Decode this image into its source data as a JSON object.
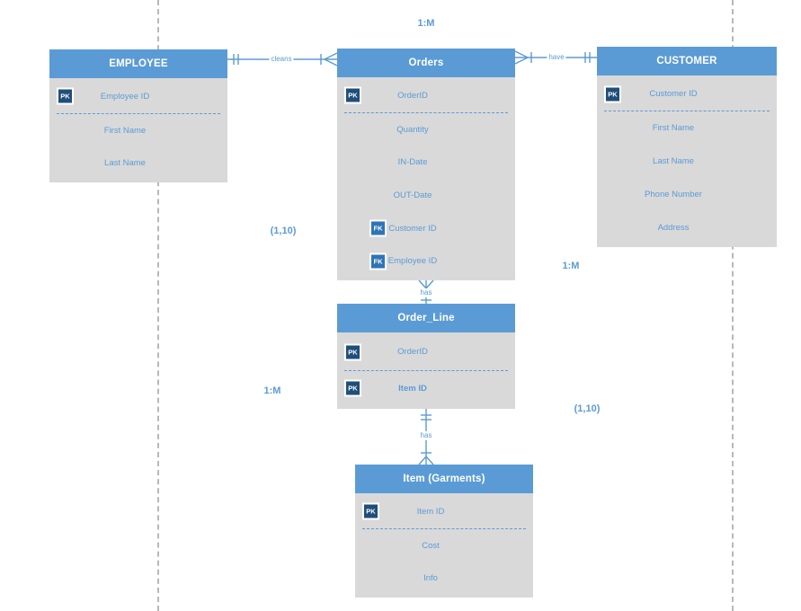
{
  "diagram": {
    "colors": {
      "entity_header_blue": "#5b9bd5",
      "entity_body_gray": "#d9d9d9",
      "pk_badge_navy": "#1f4e79",
      "fk_badge_blue": "#2e75b6",
      "attribute_text_blue": "#5b9bd5",
      "connector_blue": "#5b9bd5",
      "grid_dash_gray": "#b8b8b8"
    },
    "entities": [
      {
        "title": "EMPLOYEE",
        "attributes": [
          {
            "key": "PK",
            "label": "Employee ID",
            "separator_after": true
          },
          {
            "key": "",
            "label": "First Name"
          },
          {
            "key": "",
            "label": "Last Name"
          }
        ]
      },
      {
        "title": "Orders",
        "attributes": [
          {
            "key": "PK",
            "label": "OrderID",
            "separator_after": true
          },
          {
            "key": "",
            "label": "Quantity"
          },
          {
            "key": "",
            "label": "IN-Date"
          },
          {
            "key": "",
            "label": "OUT-Date"
          },
          {
            "key": "FK",
            "label": "Customer ID"
          },
          {
            "key": "FK",
            "label": "Employee ID"
          }
        ]
      },
      {
        "title": "CUSTOMER",
        "attributes": [
          {
            "key": "PK",
            "label": "Customer ID",
            "separator_after": true
          },
          {
            "key": "",
            "label": "First Name"
          },
          {
            "key": "",
            "label": "Last Name"
          },
          {
            "key": "",
            "label": "Phone Number"
          },
          {
            "key": "",
            "label": "Address"
          }
        ]
      },
      {
        "title": "Order_Line",
        "attributes": [
          {
            "key": "PK",
            "label": "OrderID",
            "separator_after": true
          },
          {
            "key": "PK",
            "label": "Item ID",
            "bold": true
          }
        ]
      },
      {
        "title": "Item (Garments)",
        "attributes": [
          {
            "key": "PK",
            "label": "Item ID",
            "separator_after": true
          },
          {
            "key": "",
            "label": "Cost"
          },
          {
            "key": "",
            "label": "Info"
          }
        ]
      }
    ],
    "relationships": [
      {
        "label": "cleans",
        "from": "EMPLOYEE",
        "to": "Orders",
        "from_end": "one-and-only-one",
        "to_end": "one-or-many"
      },
      {
        "label": "have",
        "from": "Orders",
        "to": "CUSTOMER",
        "from_end": "one-or-many",
        "to_end": "one-and-only-one"
      },
      {
        "label": "has",
        "from": "Orders",
        "to": "Order_Line",
        "from_end": "many",
        "to_end": "one"
      },
      {
        "label": "has",
        "from": "Order_Line",
        "to": "Item (Garments)",
        "from_end": "one-and-only-one",
        "to_end": "one-or-many"
      }
    ],
    "cardinality_labels": [
      {
        "text": "1:M",
        "position": "top-center"
      },
      {
        "text": "(1,10)",
        "position": "left-of-orders"
      },
      {
        "text": "1:M",
        "position": "right-below-customer"
      },
      {
        "text": "1:M",
        "position": "left-of-order-line"
      },
      {
        "text": "(1,10)",
        "position": "right-of-order-line"
      }
    ]
  }
}
